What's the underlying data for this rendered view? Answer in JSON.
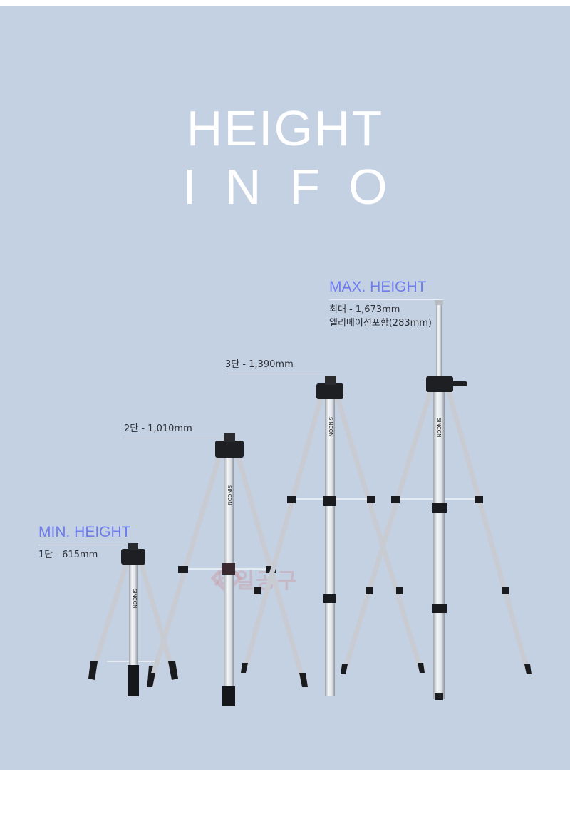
{
  "title": {
    "line1": "HEIGHT",
    "line2": "INFO"
  },
  "min": {
    "heading": "MIN. HEIGHT",
    "spec": "1단 - 615mm"
  },
  "stage2": {
    "spec": "2단 - 1,010mm"
  },
  "stage3": {
    "spec": "3단 - 1,390mm"
  },
  "max": {
    "heading": "MAX. HEIGHT",
    "spec_line1": "최대 - 1,673mm",
    "spec_line2": "엘리베이션포함(283mm)"
  },
  "brand": "SINCON",
  "watermark": "세일공구",
  "colors": {
    "background": "#c4d1e2",
    "heading_accent": "#6e7cf0",
    "title": "#ffffff",
    "text": "#2c2f36"
  }
}
